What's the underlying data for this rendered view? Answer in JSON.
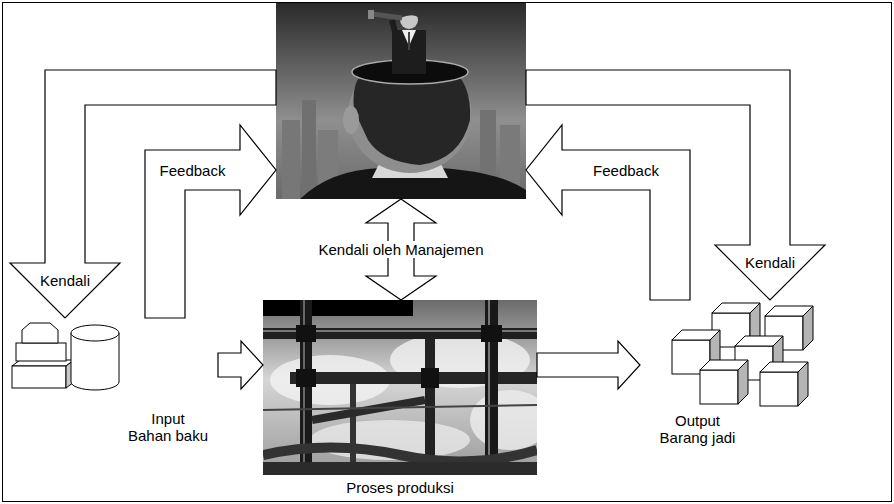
{
  "diagram": {
    "nodes": [
      {
        "text": []
      },
      {
        "text": [
          "Input",
          "Bahan baku"
        ]
      },
      {
        "text": [
          "Proses produksi"
        ]
      },
      {
        "text": [
          "Output",
          "Barang jadi"
        ]
      }
    ],
    "edges": [
      {
        "from": 1,
        "to": 0,
        "arrow": "to",
        "label": "Feedback"
      },
      {
        "from": 0,
        "to": 1,
        "arrow": "to",
        "label": "Kendali"
      },
      {
        "from": 0,
        "to": 2,
        "arrow": "both",
        "label": "Kendali oleh Manajemen"
      },
      {
        "from": 3,
        "to": 0,
        "arrow": "to",
        "label": "Feedback"
      },
      {
        "from": 0,
        "to": 3,
        "arrow": "to",
        "label": "Kendali"
      },
      {
        "from": 1,
        "to": 2,
        "arrow": "to"
      },
      {
        "from": 2,
        "to": 3,
        "arrow": "to"
      }
    ]
  }
}
